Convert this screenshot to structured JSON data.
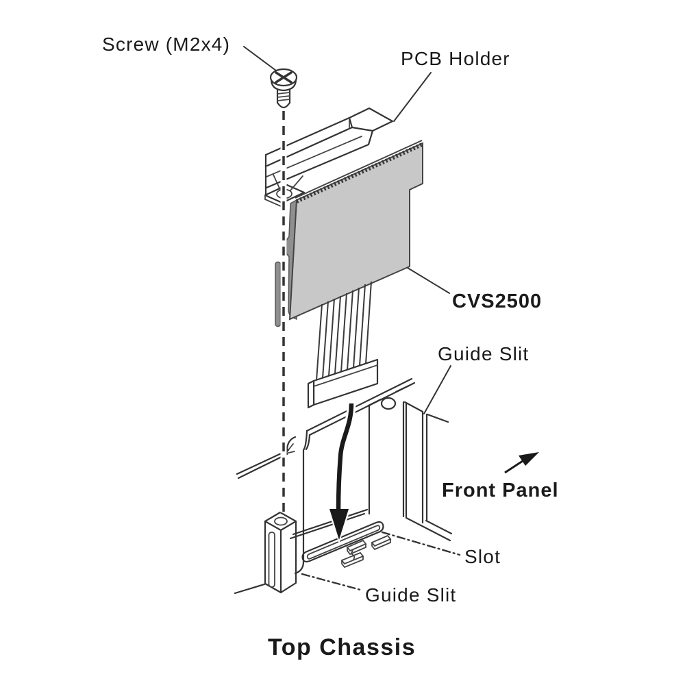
{
  "diagram": {
    "type": "exploded-assembly-illustration",
    "labels": {
      "screw": "Screw (M2x4)",
      "pcb_holder": "PCB Holder",
      "model": "CVS2500",
      "guide_slit_right": "Guide Slit",
      "front_panel": "Front Panel",
      "slot": "Slot",
      "guide_slit_bottom": "Guide Slit",
      "top_chassis": "Top Chassis"
    },
    "colors": {
      "line": "#333333",
      "pcb_fill": "#c8c8c8",
      "pcb_edge": "#8f8f8f",
      "arrow": "#1a1a1a",
      "background": "#ffffff"
    }
  }
}
